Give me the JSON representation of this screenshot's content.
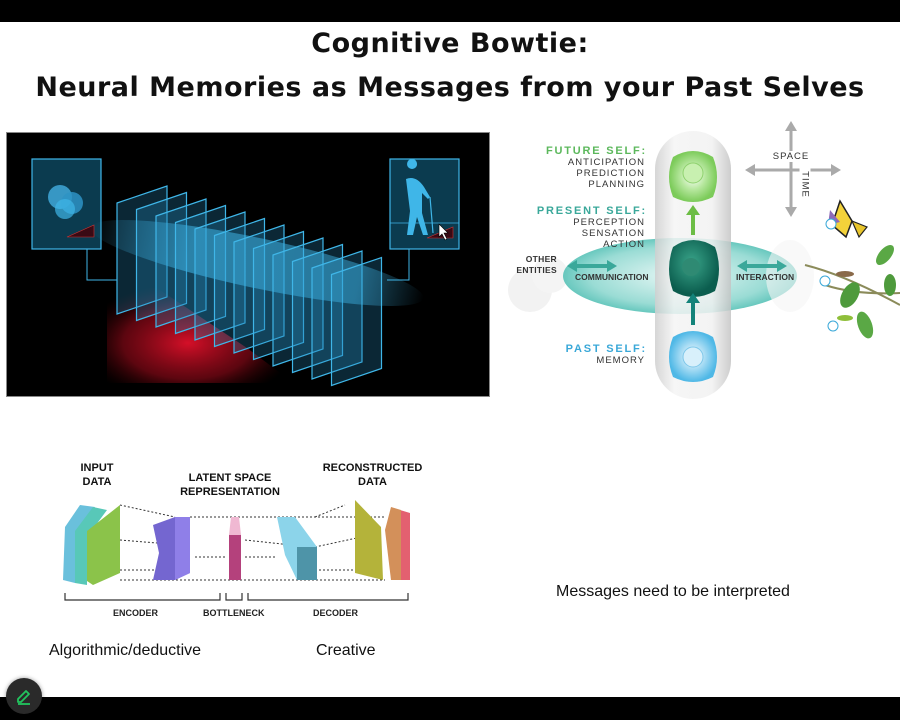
{
  "slide": {
    "title_line1": "Cognitive Bowtie:",
    "title_line2": "Neural Memories as Messages from your Past Selves"
  },
  "bowtie_diagram": {
    "future_self": {
      "heading": "FUTURE SELF:",
      "items": [
        "ANTICIPATION",
        "PREDICTION",
        "PLANNING"
      ],
      "color": "#5cb85c"
    },
    "present_self": {
      "heading": "PRESENT SELF:",
      "items": [
        "PERCEPTION",
        "SENSATION",
        "ACTION"
      ],
      "color": "#3aa89a"
    },
    "past_self": {
      "heading": "PAST SELF:",
      "items": [
        "MEMORY"
      ],
      "color": "#3aa8d8"
    },
    "other_entities": "OTHER ENTITIES",
    "communication": "COMMUNICATION",
    "interaction": "INTERACTION",
    "axis_space": "SPACE",
    "axis_time": "TIME"
  },
  "autoencoder": {
    "input_label": "INPUT DATA",
    "latent_label": "LATENT SPACE REPRESENTATION",
    "output_label": "RECONSTRUCTED DATA",
    "encoder": "ENCODER",
    "bottleneck": "BOTTLENECK",
    "decoder": "DECODER"
  },
  "captions": {
    "left": "Algorithmic/deductive",
    "middle": "Creative",
    "right": "Messages need to be interpreted"
  },
  "colors": {
    "accent_green": "#22c55e",
    "neural_blue": "#3fb6e8",
    "neural_red": "#c8102e"
  }
}
